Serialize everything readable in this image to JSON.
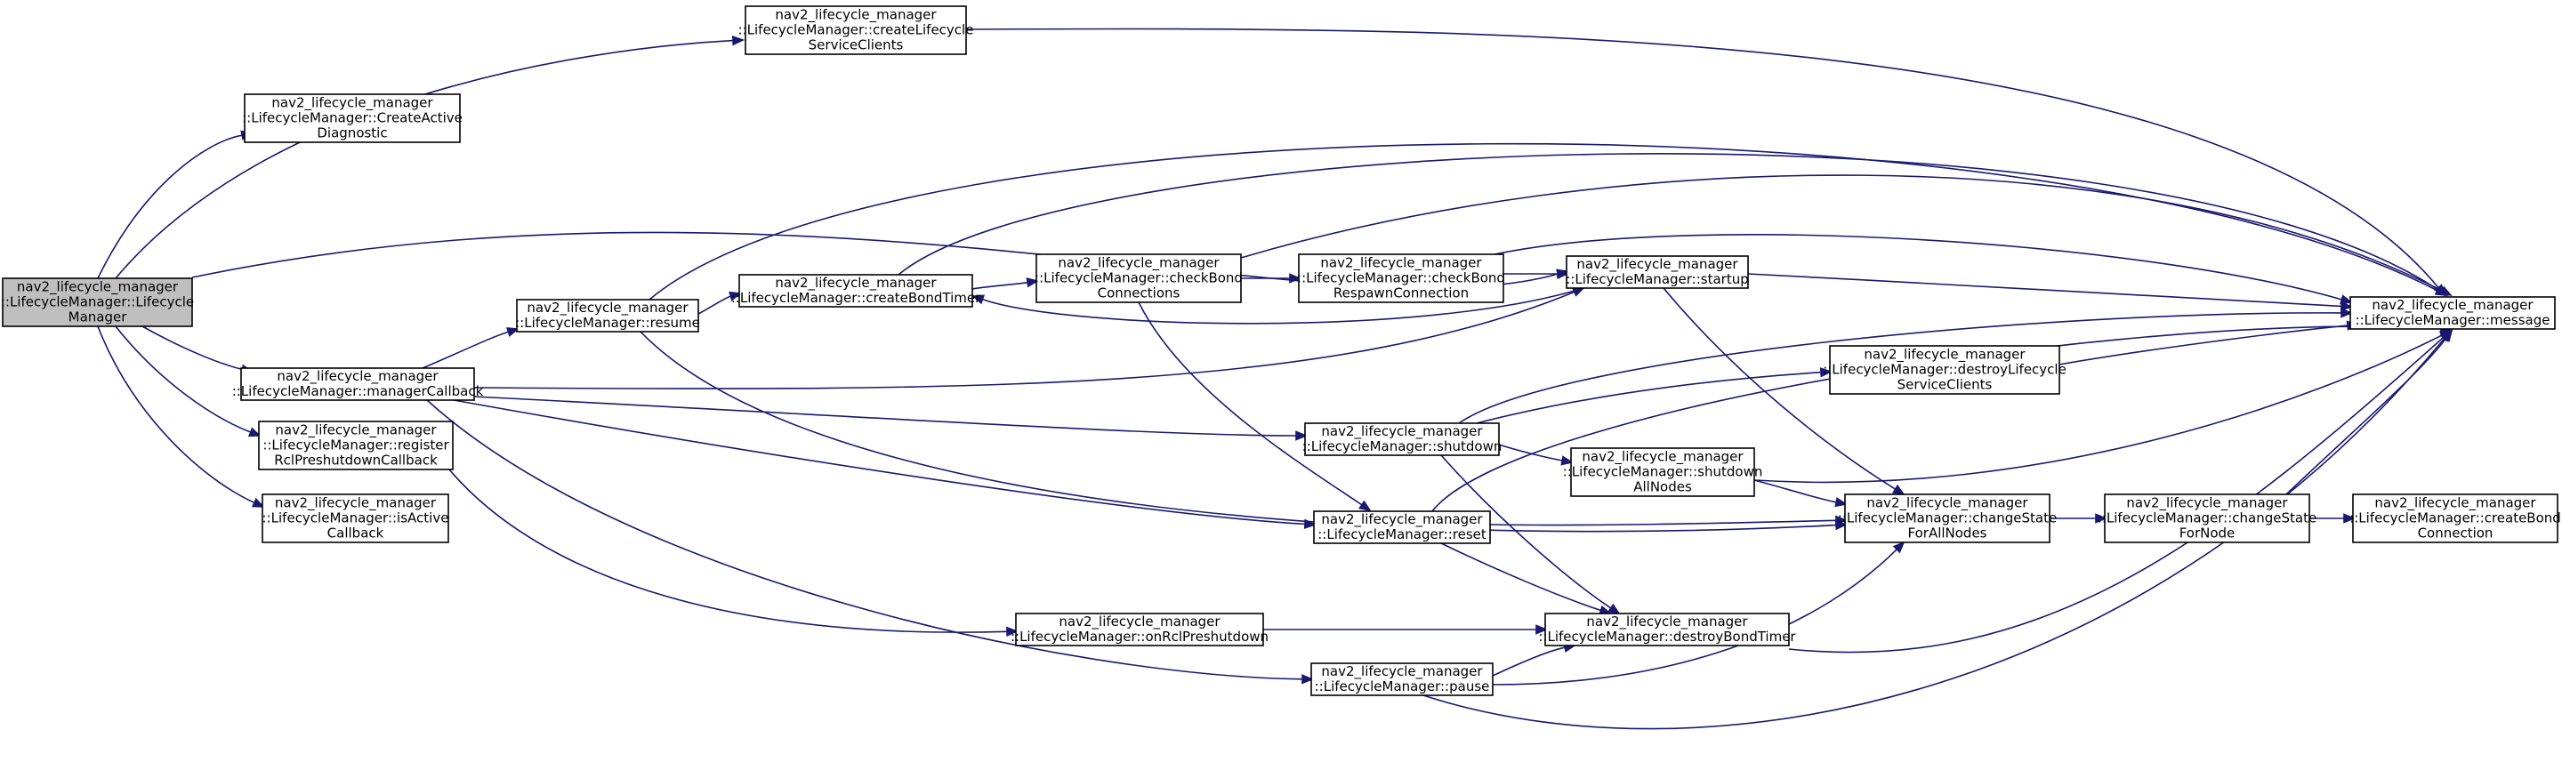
{
  "nodes": [
    {
      "id": "ctor",
      "lines": [
        "nav2_lifecycle_manager",
        "::LifecycleManager::Lifecycle",
        "Manager"
      ],
      "root": true
    },
    {
      "id": "createLifecycleServiceClients",
      "lines": [
        "nav2_lifecycle_manager",
        "::LifecycleManager::createLifecycle",
        "ServiceClients"
      ]
    },
    {
      "id": "CreateActiveDiagnostic",
      "lines": [
        "nav2_lifecycle_manager",
        "::LifecycleManager::CreateActive",
        "Diagnostic"
      ]
    },
    {
      "id": "managerCallback",
      "lines": [
        "nav2_lifecycle_manager",
        "::LifecycleManager::managerCallback"
      ]
    },
    {
      "id": "registerRclPreshutdownCallback",
      "lines": [
        "nav2_lifecycle_manager",
        "::LifecycleManager::register",
        "RclPreshutdownCallback"
      ]
    },
    {
      "id": "isActiveCallback",
      "lines": [
        "nav2_lifecycle_manager",
        "::LifecycleManager::isActive",
        "Callback"
      ]
    },
    {
      "id": "resume",
      "lines": [
        "nav2_lifecycle_manager",
        "::LifecycleManager::resume"
      ]
    },
    {
      "id": "createBondTimer",
      "lines": [
        "nav2_lifecycle_manager",
        "::LifecycleManager::createBondTimer"
      ]
    },
    {
      "id": "checkBondConnections",
      "lines": [
        "nav2_lifecycle_manager",
        "::LifecycleManager::checkBond",
        "Connections"
      ]
    },
    {
      "id": "checkBondRespawnConnection",
      "lines": [
        "nav2_lifecycle_manager",
        "::LifecycleManager::checkBond",
        "RespawnConnection"
      ]
    },
    {
      "id": "startup",
      "lines": [
        "nav2_lifecycle_manager",
        "::LifecycleManager::startup"
      ]
    },
    {
      "id": "shutdown",
      "lines": [
        "nav2_lifecycle_manager",
        "::LifecycleManager::shutdown"
      ]
    },
    {
      "id": "reset",
      "lines": [
        "nav2_lifecycle_manager",
        "::LifecycleManager::reset"
      ]
    },
    {
      "id": "onRclPreshutdown",
      "lines": [
        "nav2_lifecycle_manager",
        "::LifecycleManager::onRclPreshutdown"
      ]
    },
    {
      "id": "pause",
      "lines": [
        "nav2_lifecycle_manager",
        "::LifecycleManager::pause"
      ]
    },
    {
      "id": "destroyLifecycleServiceClients",
      "lines": [
        "nav2_lifecycle_manager",
        "::LifecycleManager::destroyLifecycle",
        "ServiceClients"
      ]
    },
    {
      "id": "shutdownAllNodes",
      "lines": [
        "nav2_lifecycle_manager",
        "::LifecycleManager::shutdown",
        "AllNodes"
      ]
    },
    {
      "id": "changeStateForAllNodes",
      "lines": [
        "nav2_lifecycle_manager",
        "::LifecycleManager::changeState",
        "ForAllNodes"
      ]
    },
    {
      "id": "destroyBondTimer",
      "lines": [
        "nav2_lifecycle_manager",
        "::LifecycleManager::destroyBondTimer"
      ]
    },
    {
      "id": "changeStateForNode",
      "lines": [
        "nav2_lifecycle_manager",
        "::LifecycleManager::changeState",
        "ForNode"
      ]
    },
    {
      "id": "createBondConnection",
      "lines": [
        "nav2_lifecycle_manager",
        "::LifecycleManager::createBond",
        "Connection"
      ]
    },
    {
      "id": "message",
      "lines": [
        "nav2_lifecycle_manager",
        "::LifecycleManager::message"
      ]
    }
  ],
  "edges": [
    {
      "from": "ctor",
      "to": "createLifecycleServiceClients"
    },
    {
      "from": "ctor",
      "to": "CreateActiveDiagnostic"
    },
    {
      "from": "ctor",
      "to": "message"
    },
    {
      "from": "ctor",
      "to": "managerCallback"
    },
    {
      "from": "ctor",
      "to": "registerRclPreshutdownCallback"
    },
    {
      "from": "ctor",
      "to": "isActiveCallback"
    },
    {
      "from": "createLifecycleServiceClients",
      "to": "message"
    },
    {
      "from": "managerCallback",
      "to": "resume"
    },
    {
      "from": "managerCallback",
      "to": "startup"
    },
    {
      "from": "managerCallback",
      "to": "shutdown"
    },
    {
      "from": "managerCallback",
      "to": "reset"
    },
    {
      "from": "managerCallback",
      "to": "pause"
    },
    {
      "from": "registerRclPreshutdownCallback",
      "to": "onRclPreshutdown"
    },
    {
      "from": "resume",
      "to": "createBondTimer"
    },
    {
      "from": "resume",
      "to": "message"
    },
    {
      "from": "resume",
      "to": "changeStateForAllNodes"
    },
    {
      "from": "createBondTimer",
      "to": "checkBondConnections"
    },
    {
      "from": "createBondTimer",
      "to": "message"
    },
    {
      "from": "checkBondConnections",
      "to": "checkBondRespawnConnection"
    },
    {
      "from": "checkBondConnections",
      "to": "message"
    },
    {
      "from": "checkBondConnections",
      "to": "reset"
    },
    {
      "from": "checkBondRespawnConnection",
      "to": "startup"
    },
    {
      "from": "checkBondRespawnConnection",
      "to": "message"
    },
    {
      "from": "startup",
      "to": "createBondTimer"
    },
    {
      "from": "startup",
      "to": "message"
    },
    {
      "from": "startup",
      "to": "changeStateForAllNodes"
    },
    {
      "from": "shutdown",
      "to": "message"
    },
    {
      "from": "shutdown",
      "to": "destroyLifecycleServiceClients"
    },
    {
      "from": "shutdown",
      "to": "shutdownAllNodes"
    },
    {
      "from": "shutdown",
      "to": "destroyBondTimer"
    },
    {
      "from": "reset",
      "to": "message"
    },
    {
      "from": "reset",
      "to": "changeStateForAllNodes"
    },
    {
      "from": "reset",
      "to": "destroyBondTimer"
    },
    {
      "from": "onRclPreshutdown",
      "to": "destroyBondTimer"
    },
    {
      "from": "pause",
      "to": "destroyBondTimer"
    },
    {
      "from": "pause",
      "to": "changeStateForAllNodes"
    },
    {
      "from": "pause",
      "to": "message"
    },
    {
      "from": "destroyLifecycleServiceClients",
      "to": "message"
    },
    {
      "from": "shutdownAllNodes",
      "to": "message"
    },
    {
      "from": "shutdownAllNodes",
      "to": "changeStateForAllNodes"
    },
    {
      "from": "changeStateForAllNodes",
      "to": "changeStateForNode"
    },
    {
      "from": "destroyBondTimer",
      "to": "message"
    },
    {
      "from": "changeStateForNode",
      "to": "createBondConnection"
    },
    {
      "from": "changeStateForNode",
      "to": "message"
    }
  ],
  "colors": {
    "edge": "#191970",
    "root_fill": "#bfbfbf",
    "node_fill": "#ffffff",
    "node_stroke": "#000000"
  }
}
